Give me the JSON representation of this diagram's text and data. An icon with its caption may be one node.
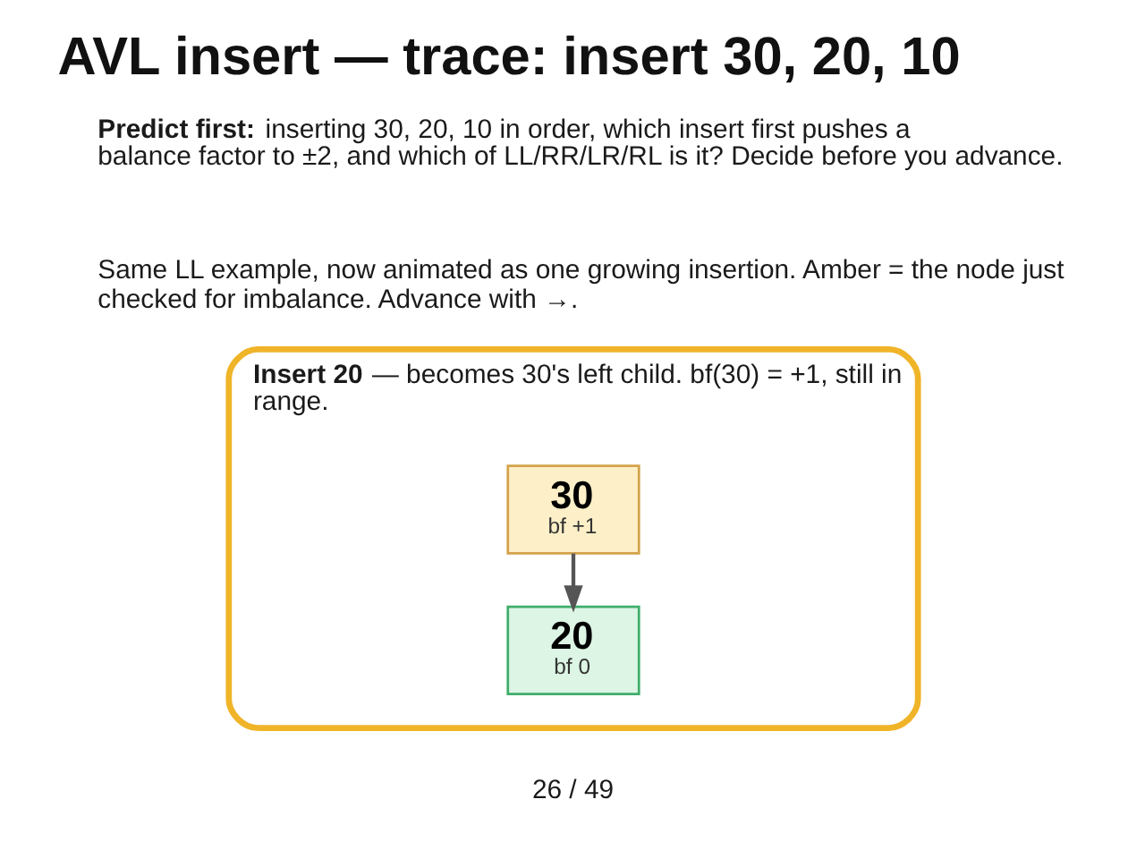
{
  "diagram": {
    "title": "AVL insert — trace: insert 30, 20, 10",
    "nodes": [
      {
        "text": [
          "**Insert 20** — becomes 30's left child. bf(30) = +1, still in range."
        ]
      },
      {
        "text": [
          "30",
          "bf +1"
        ],
        "in": 0
      },
      {
        "text": [
          "20",
          "bf 0"
        ],
        "in": 0
      }
    ],
    "edges": [
      {
        "from": 1,
        "to": 2,
        "arrow": "to"
      }
    ],
    "labels": [
      "**Predict first:** inserting 30, 20, 10 in order, which insert first pushes a balance factor to ±2, and which of LL/RR/LR/RL is it? Decide before you advance.",
      "Same LL example, now animated as one growing insertion. Amber = the node just checked for imbalance. Advance with →.",
      "26 / 49"
    ]
  }
}
